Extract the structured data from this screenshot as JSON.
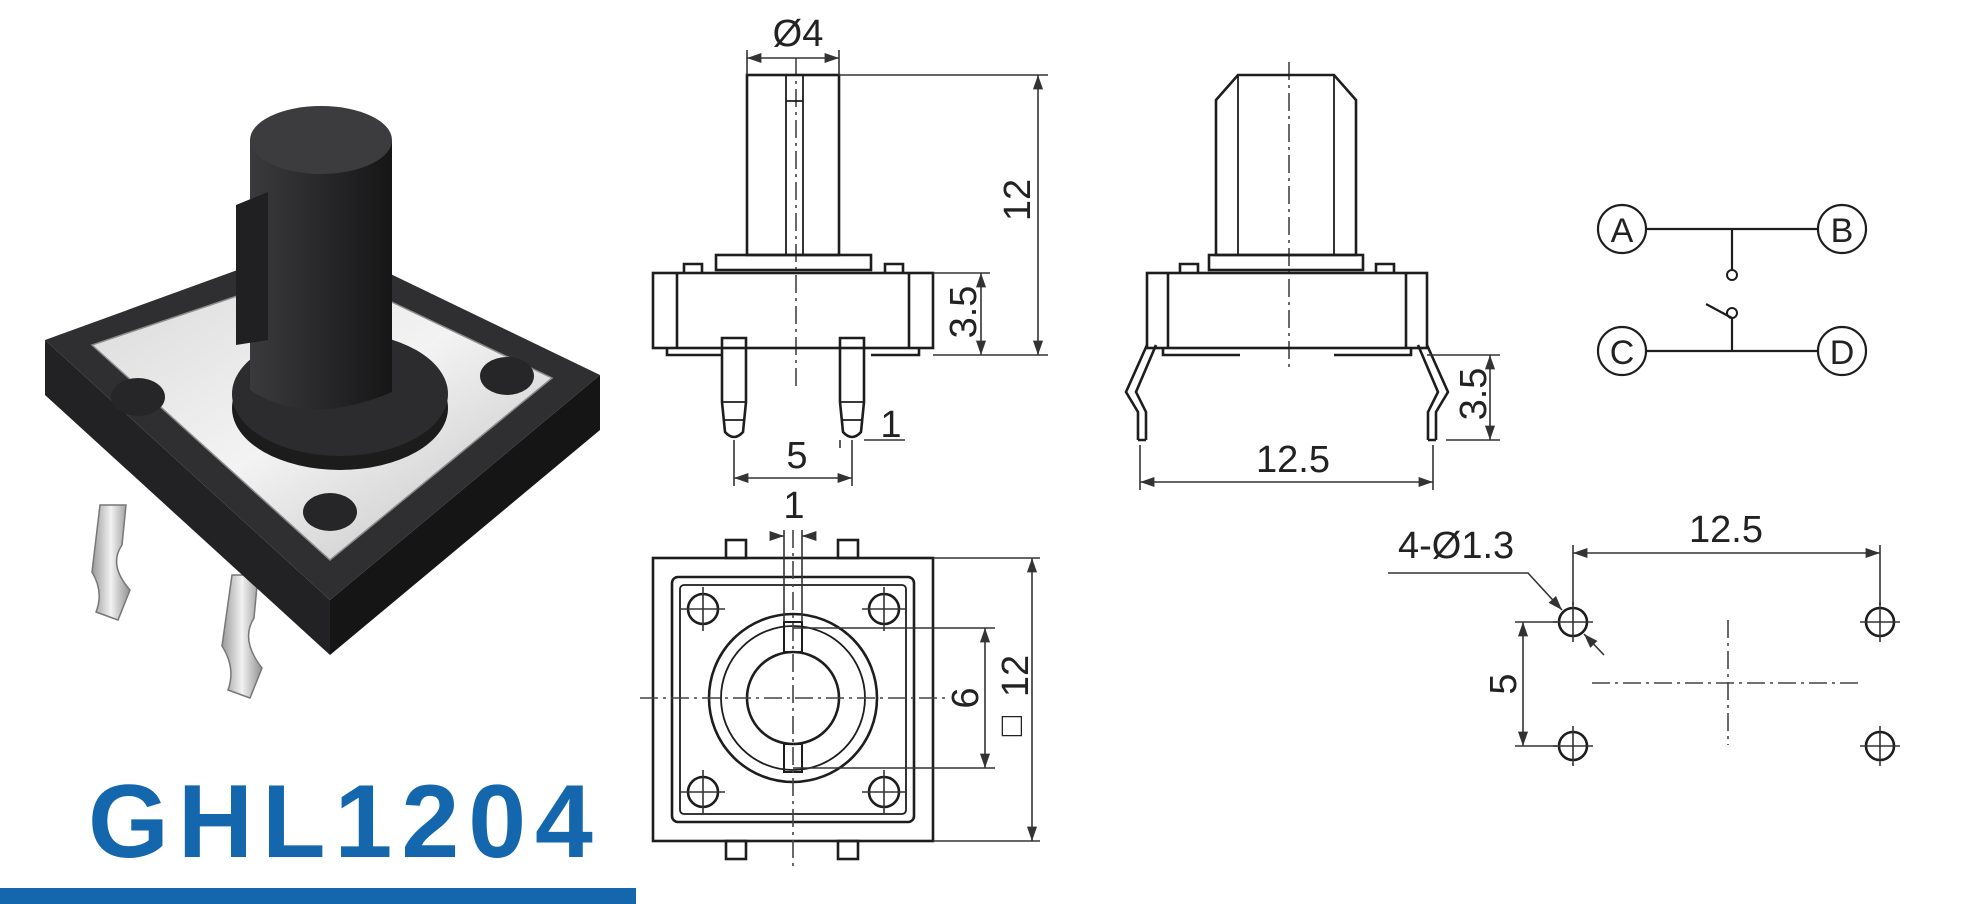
{
  "product": {
    "model": "GHL1204",
    "accent_color": "#1466ad"
  },
  "photo": {
    "subject": "tactile push switch with round shaft and four bent pins"
  },
  "front_view": {
    "shaft_diameter": "Ø4",
    "total_height": "12",
    "body_height": "3.5",
    "pin_pitch": "5",
    "pin_width": "1"
  },
  "side_view": {
    "body_width": "12.5",
    "lead_height": "3.5"
  },
  "top_view": {
    "slot_width": "1",
    "collar_diameter": "6",
    "body_square": "12",
    "square_symbol": "□"
  },
  "schematic": {
    "terminals": [
      "A",
      "B",
      "C",
      "D"
    ]
  },
  "footprint": {
    "hole_callout": "4-Ø1.3",
    "hole_spacing_x": "12.5",
    "hole_spacing_y": "5"
  }
}
